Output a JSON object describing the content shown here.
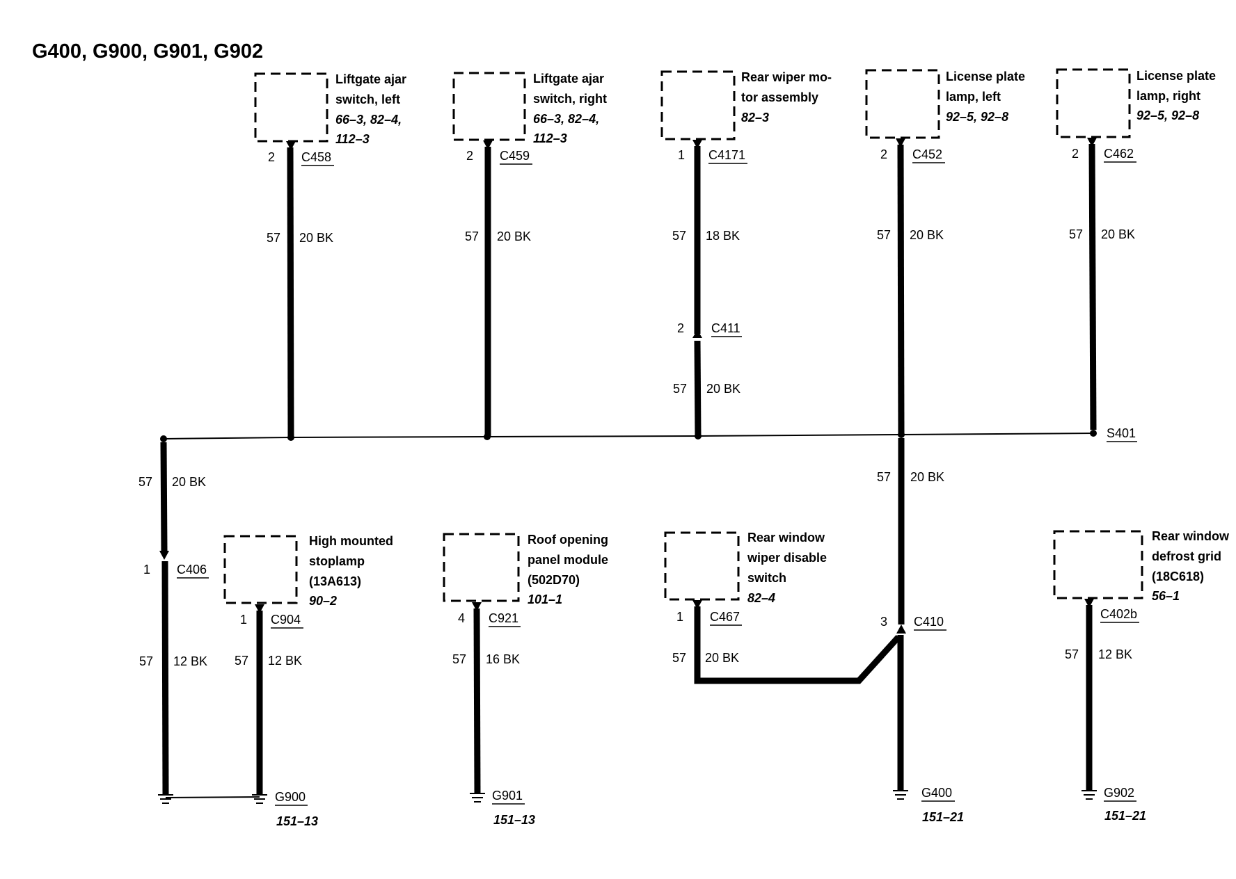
{
  "title": "G400, G900, G901, G902",
  "components": [
    {
      "name": [
        "Liftgate ajar",
        "switch, left"
      ],
      "refs": [
        "66–3, 82–4,",
        "112–3"
      ]
    },
    {
      "name": [
        "Liftgate ajar",
        "switch, right"
      ],
      "refs": [
        "66–3, 82–4,",
        "112–3"
      ]
    },
    {
      "name": [
        "Rear wiper mo-",
        "tor assembly"
      ],
      "refs": [
        "82–3"
      ]
    },
    {
      "name": [
        "License plate",
        "lamp, left"
      ],
      "refs": [
        "92–5, 92–8"
      ]
    },
    {
      "name": [
        "License plate",
        "lamp, right"
      ],
      "refs": [
        "92–5, 92–8"
      ]
    },
    {
      "name": [
        "High mounted",
        "stoplamp",
        "(13A613)"
      ],
      "refs": [
        "90–2"
      ]
    },
    {
      "name": [
        "Roof opening",
        "panel module",
        "(502D70)"
      ],
      "refs": [
        "101–1"
      ]
    },
    {
      "name": [
        "Rear window",
        "wiper disable",
        "switch"
      ],
      "refs": [
        "82–4"
      ]
    },
    {
      "name": [
        "Rear window",
        "defrost grid",
        "(18C618)"
      ],
      "refs": [
        "56–1"
      ]
    }
  ],
  "connectors": [
    {
      "pin": "2",
      "id": "C458"
    },
    {
      "pin": "2",
      "id": "C459"
    },
    {
      "pin": "1",
      "id": "C4171"
    },
    {
      "pin": "2",
      "id": "C452"
    },
    {
      "pin": "2",
      "id": "C462"
    },
    {
      "pin": "2",
      "id": "C411"
    },
    {
      "pin": "1",
      "id": "C406"
    },
    {
      "pin": "1",
      "id": "C904"
    },
    {
      "pin": "4",
      "id": "C921"
    },
    {
      "pin": "1",
      "id": "C467"
    },
    {
      "pin": "3",
      "id": "C410"
    },
    {
      "pin": "",
      "id": "C402b"
    }
  ],
  "wires": [
    {
      "circuit": "57",
      "gauge": "20 BK"
    },
    {
      "circuit": "57",
      "gauge": "20 BK"
    },
    {
      "circuit": "57",
      "gauge": "18 BK"
    },
    {
      "circuit": "57",
      "gauge": "20 BK"
    },
    {
      "circuit": "57",
      "gauge": "20 BK"
    },
    {
      "circuit": "57",
      "gauge": "20 BK"
    },
    {
      "circuit": "57",
      "gauge": "20 BK"
    },
    {
      "circuit": "57",
      "gauge": "12 BK"
    },
    {
      "circuit": "57",
      "gauge": "12 BK"
    },
    {
      "circuit": "57",
      "gauge": "20 BK"
    },
    {
      "circuit": "57",
      "gauge": "16 BK"
    },
    {
      "circuit": "57",
      "gauge": "20 BK"
    },
    {
      "circuit": "57",
      "gauge": "12 BK"
    }
  ],
  "splice": {
    "id": "S401"
  },
  "grounds": [
    {
      "id": "G900",
      "ref": "151–13"
    },
    {
      "id": "G901",
      "ref": "151–13"
    },
    {
      "id": "G400",
      "ref": "151–21"
    },
    {
      "id": "G902",
      "ref": "151–21"
    }
  ]
}
